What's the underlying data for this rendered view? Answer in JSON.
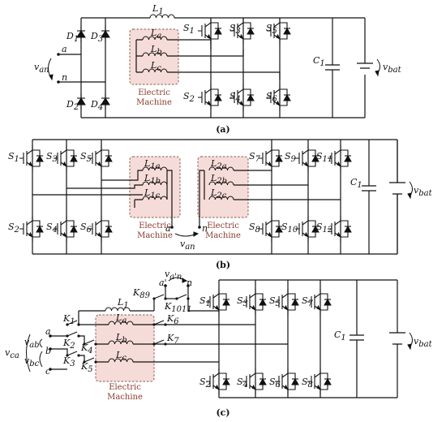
{
  "a": {
    "caption": "(a)",
    "diodes": [
      "D",
      "D",
      "D",
      "D"
    ],
    "diodes_sub": [
      "1",
      "3",
      "2",
      "4"
    ],
    "inductor_top": "L",
    "inductor_top_sub": "1",
    "inductors": [
      "L",
      "L",
      "L"
    ],
    "inductors_sub": [
      "a",
      "b",
      "c"
    ],
    "switches": [
      "S",
      "S",
      "S",
      "S",
      "S",
      "S"
    ],
    "switches_sub": [
      "1",
      "3",
      "5",
      "2",
      "4",
      "6"
    ],
    "terminals": [
      "a",
      "n"
    ],
    "van": "v",
    "van_sub": "an",
    "cap": "C",
    "cap_sub": "1",
    "vbat": "v",
    "vbat_sub": "bat",
    "machine": [
      "Electric",
      "Machine"
    ]
  },
  "b": {
    "caption": "(b)",
    "switches": [
      "S",
      "S",
      "S",
      "S",
      "S",
      "S",
      "S",
      "S",
      "S",
      "S",
      "S",
      "S"
    ],
    "switches_sub": [
      "1",
      "3",
      "5",
      "2",
      "4",
      "6",
      "7",
      "9",
      "11",
      "8",
      "10",
      "12"
    ],
    "inductors1": [
      "L",
      "L",
      "L"
    ],
    "inductors1_sub": [
      "1a",
      "1b",
      "1c"
    ],
    "inductors2": [
      "L",
      "L",
      "L"
    ],
    "inductors2_sub": [
      "2a",
      "2b",
      "2c"
    ],
    "terminals": [
      "a",
      "n"
    ],
    "van": "v",
    "van_sub": "an",
    "cap": "C",
    "cap_sub": "1",
    "vbat": "v",
    "vbat_sub": "bat",
    "machine": [
      "Electric",
      "Machine"
    ]
  },
  "c": {
    "caption": "(c)",
    "inductor_top": "L",
    "inductor_top_sub": "1",
    "inductors": [
      "L",
      "L",
      "L"
    ],
    "inductors_sub": [
      "a",
      "b",
      "c"
    ],
    "relays": [
      "K",
      "K",
      "K",
      "K",
      "K",
      "K",
      "K",
      "K",
      "K"
    ],
    "relays_sub": [
      "1",
      "2",
      "3",
      "4",
      "5",
      "6",
      "7",
      "89",
      "1011"
    ],
    "switches": [
      "S",
      "S",
      "S",
      "S",
      "S",
      "S",
      "S",
      "S"
    ],
    "switches_sub": [
      "1",
      "3",
      "5",
      "7",
      "2",
      "4",
      "6",
      "8"
    ],
    "terminals": [
      "a",
      "b",
      "c",
      "a'",
      "n"
    ],
    "voltages": [
      "v",
      "v",
      "v",
      "v"
    ],
    "voltages_sub": [
      "ca",
      "ab",
      "bc",
      "a'n"
    ],
    "cap": "C",
    "cap_sub": "1",
    "vbat": "v",
    "vbat_sub": "bat",
    "machine": [
      "Electric",
      "Machine"
    ]
  }
}
